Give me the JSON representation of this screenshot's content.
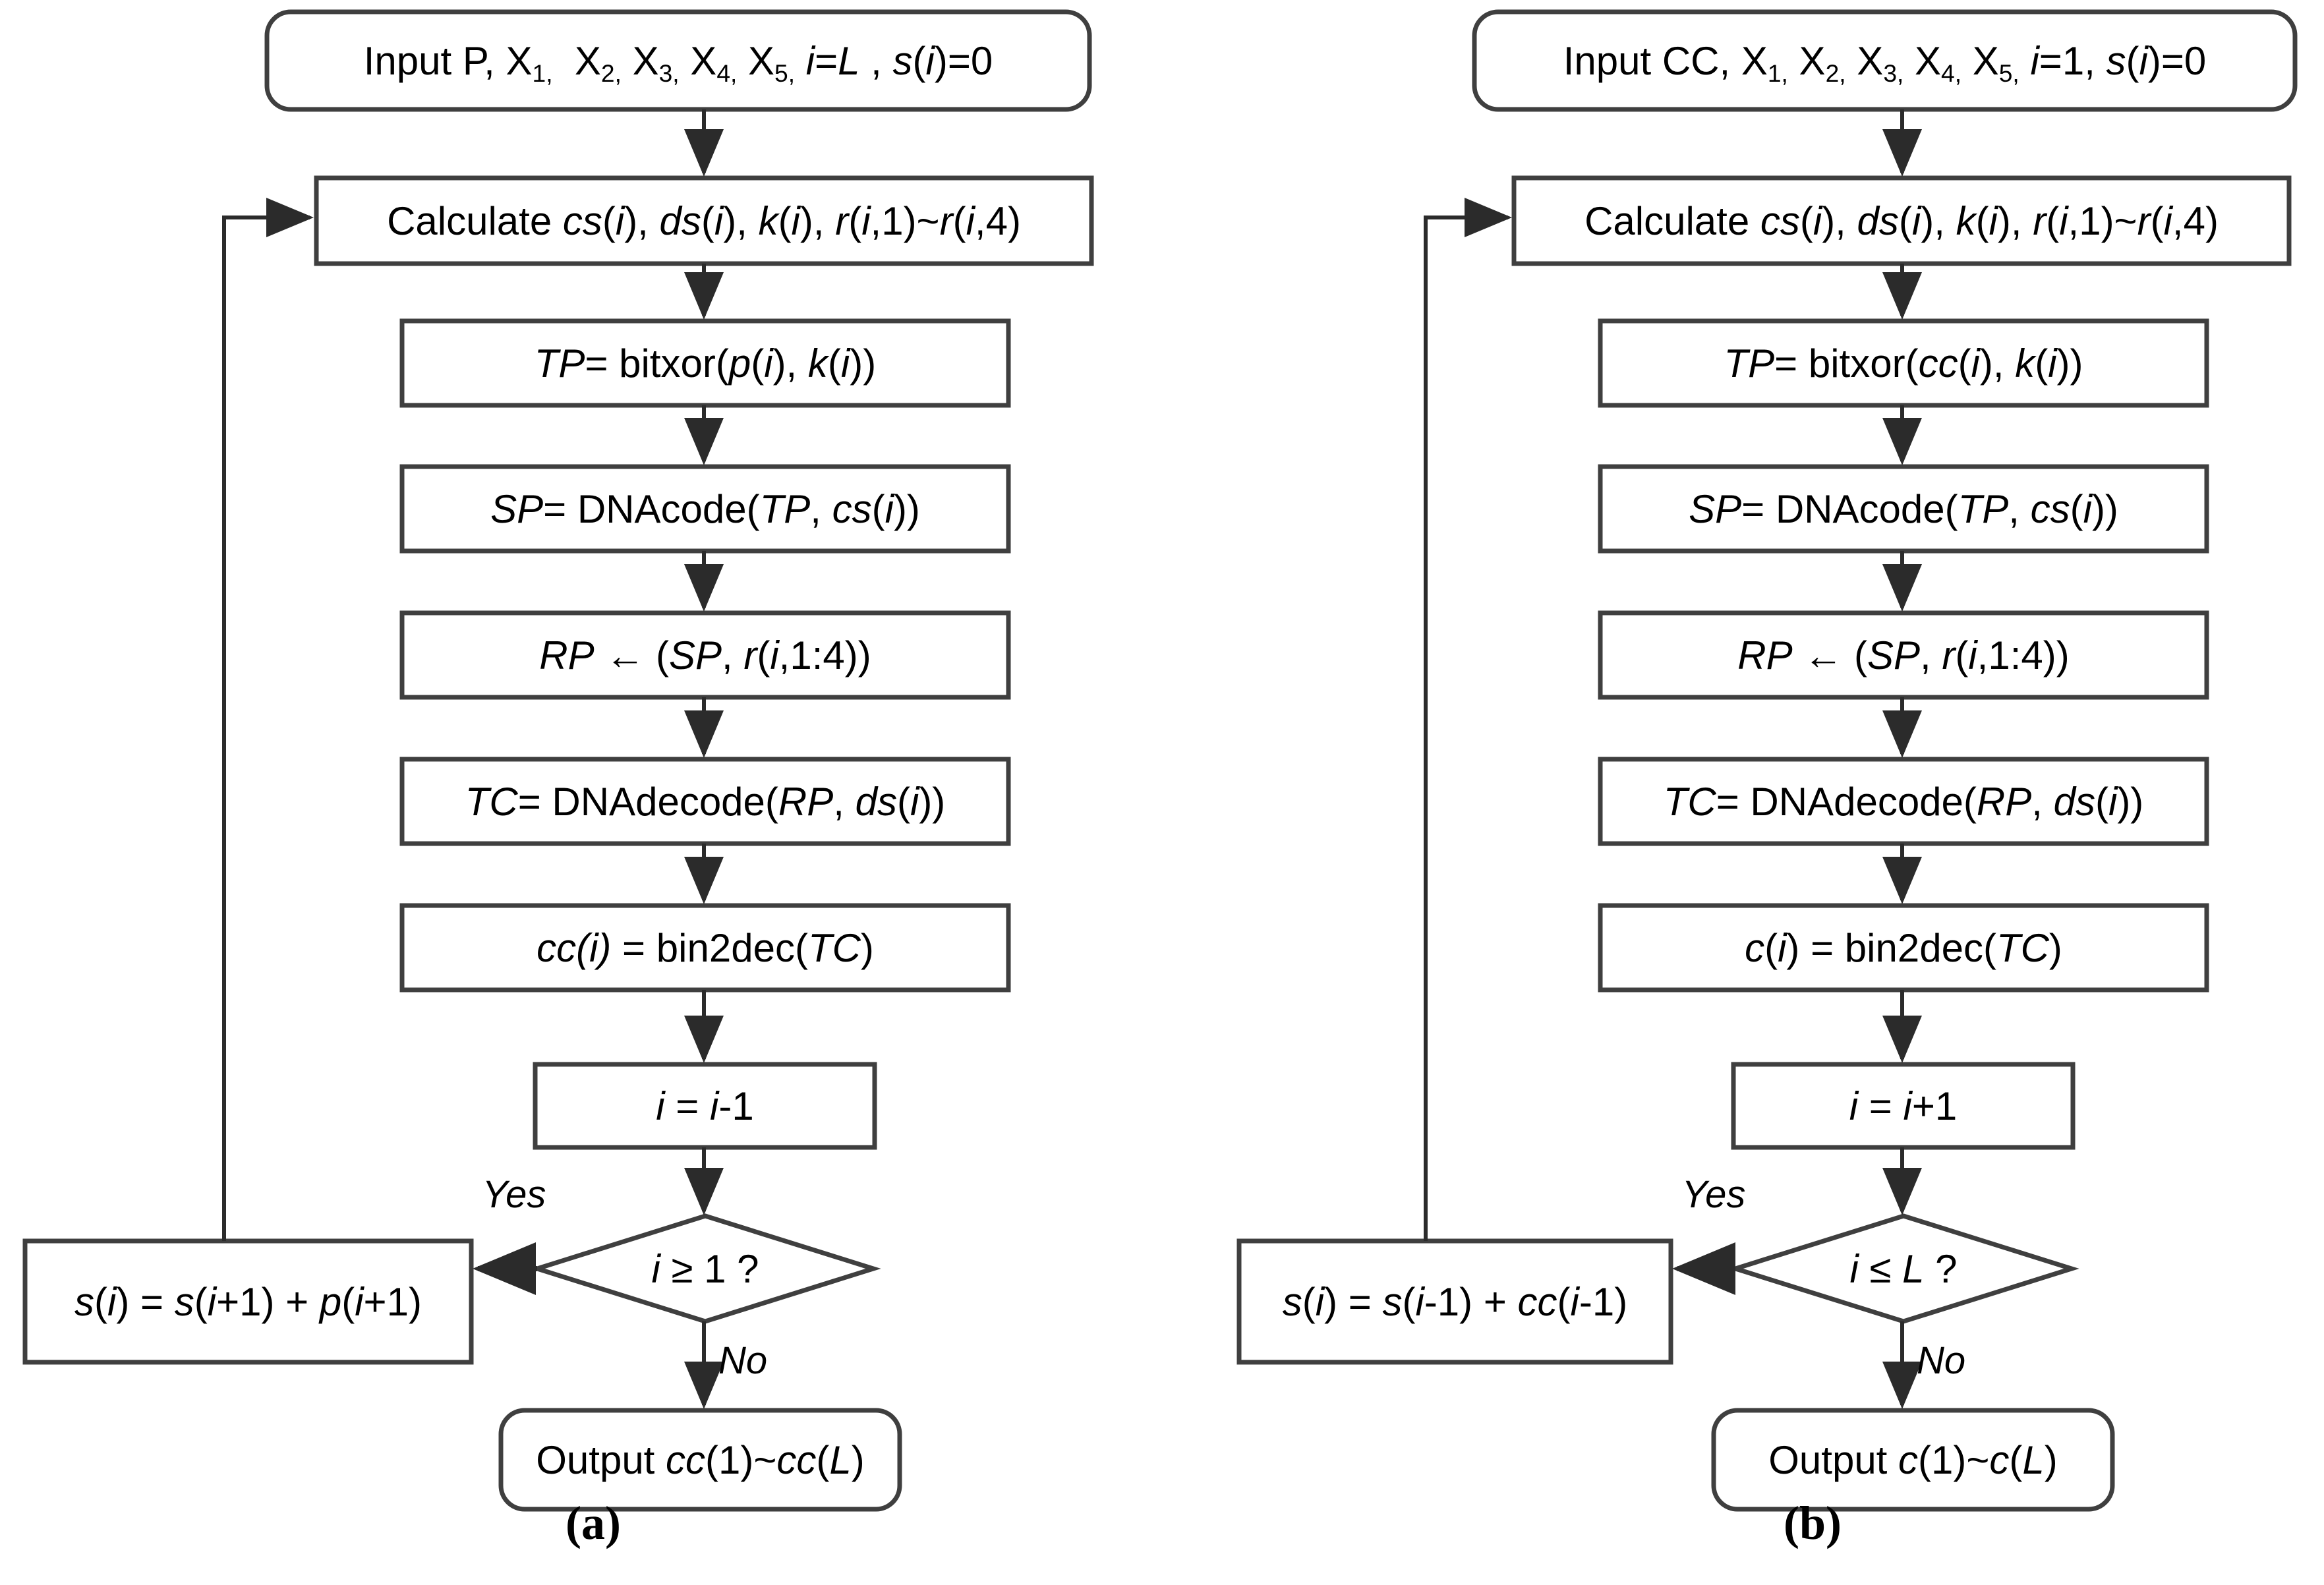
{
  "figure": {
    "type": "flowchart",
    "panels": [
      {
        "id": "a",
        "caption": "(a)",
        "title": "Encryption flowchart",
        "nodes": [
          {
            "id": "input",
            "shape": "terminator",
            "text": "Input P, X1,  X2, X3, X4, X5, i=L , s(i)=0"
          },
          {
            "id": "calculate",
            "shape": "process",
            "text": "Calculate cs(i), ds(i), k(i), r(i,1)~r(i,4)"
          },
          {
            "id": "tp",
            "shape": "process",
            "text": "TP= bitxor(p(i), k(i))"
          },
          {
            "id": "sp",
            "shape": "process",
            "text": "SP= DNAcode(TP, cs(i))"
          },
          {
            "id": "rp",
            "shape": "process",
            "text": "RP ← (SP, r(i,1:4))"
          },
          {
            "id": "tc",
            "shape": "process",
            "text": "TC= DNAdecode(RP, ds(i))"
          },
          {
            "id": "cc",
            "shape": "process",
            "text": "cc(i) = bin2dec(TC)"
          },
          {
            "id": "iter",
            "shape": "process",
            "text": "i = i-1"
          },
          {
            "id": "decision",
            "shape": "decision",
            "text": "i ≥ 1 ?"
          },
          {
            "id": "accum",
            "shape": "process",
            "text": "s(i) =  s(i+1) + p(i+1)"
          },
          {
            "id": "output",
            "shape": "terminator",
            "text": "Output cc(1)~cc(L)"
          }
        ],
        "edge_labels": {
          "yes": "Yes",
          "no": "No"
        }
      },
      {
        "id": "b",
        "caption": "(b)",
        "title": "Decryption flowchart",
        "nodes": [
          {
            "id": "input",
            "shape": "terminator",
            "text": "Input CC, X1, X2, X3, X4, X5, i=1, s(i)=0"
          },
          {
            "id": "calculate",
            "shape": "process",
            "text": "Calculate cs(i), ds(i), k(i), r(i,1)~r(i,4)"
          },
          {
            "id": "tp",
            "shape": "process",
            "text": "TP= bitxor(cc(i), k(i))"
          },
          {
            "id": "sp",
            "shape": "process",
            "text": "SP= DNAcode(TP, cs(i))"
          },
          {
            "id": "rp",
            "shape": "process",
            "text": "RP ← (SP, r(i,1:4))"
          },
          {
            "id": "tc",
            "shape": "process",
            "text": "TC= DNAdecode(RP, ds(i))"
          },
          {
            "id": "cc",
            "shape": "process",
            "text": "c(i) = bin2dec(TC)"
          },
          {
            "id": "iter",
            "shape": "process",
            "text": "i = i+1"
          },
          {
            "id": "decision",
            "shape": "decision",
            "text": "i ≤ L ?"
          },
          {
            "id": "accum",
            "shape": "process",
            "text": "s(i) =  s(i-1) + cc(i-1)"
          },
          {
            "id": "output",
            "shape": "terminator",
            "text": "Output c(1)~c(L)"
          }
        ],
        "edge_labels": {
          "yes": "Yes",
          "no": "No"
        }
      }
    ],
    "colors": {
      "stroke": "#3f3f3f",
      "fill": "#ffffff",
      "text": "#000000"
    }
  }
}
